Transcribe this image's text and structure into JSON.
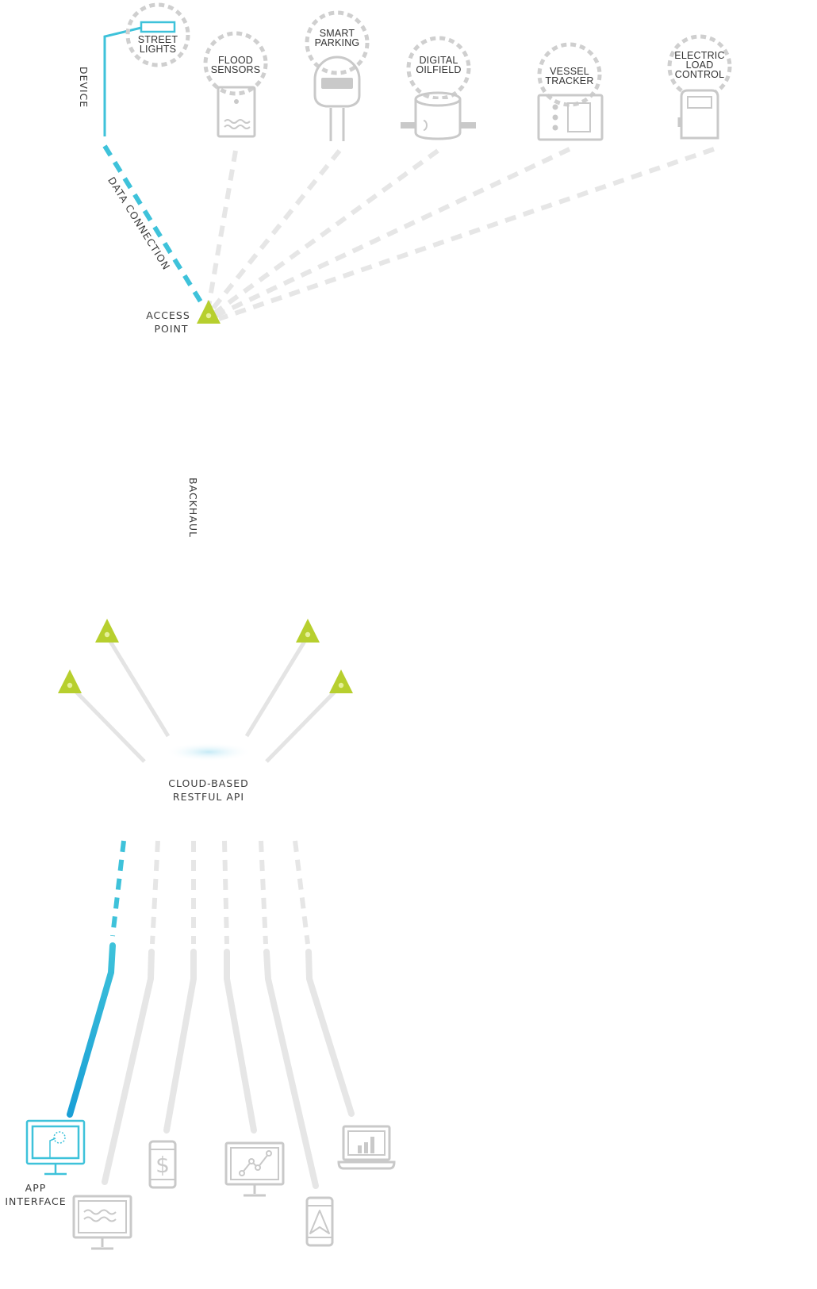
{
  "labels": {
    "device": "DEVICE",
    "data_connection": "DATA CONNECTION",
    "access_point_1": "ACCESS",
    "access_point_2": "POINT",
    "backhaul": "BACKHAUL",
    "api_1": "CLOUD-BASED",
    "api_2": "RESTFUL API",
    "app_1": "APP",
    "app_2": "INTERFACE"
  },
  "devices": [
    {
      "line1": "STREET",
      "line2": "LIGHTS",
      "icon": "street-light-icon"
    },
    {
      "line1": "FLOOD",
      "line2": "SENSORS",
      "icon": "flood-sensor-icon"
    },
    {
      "line1": "SMART",
      "line2": "PARKING",
      "icon": "parking-meter-icon"
    },
    {
      "line1": "DIGITAL",
      "line2": "OILFIELD",
      "icon": "oil-tank-icon"
    },
    {
      "line1": "VESSEL",
      "line2": "TRACKER",
      "icon": "vessel-tracker-icon"
    },
    {
      "line1": "ELECTRIC",
      "line2": "LOAD",
      "line3": "CONTROL",
      "icon": "load-control-icon"
    }
  ],
  "client_icons": [
    "monitor-wave-icon",
    "phone-dollar-icon",
    "monitor-chart-icon",
    "phone-navigation-icon",
    "laptop-bar-chart-icon",
    "monitor-app-icon"
  ],
  "colors": {
    "accent_blue": "#3ec2da",
    "backhaul_blue": "#1aa3dc",
    "access_point_green": "#b7cf2e",
    "inactive_gray": "#e4e4e4",
    "icon_gray": "#c9c9c9"
  }
}
